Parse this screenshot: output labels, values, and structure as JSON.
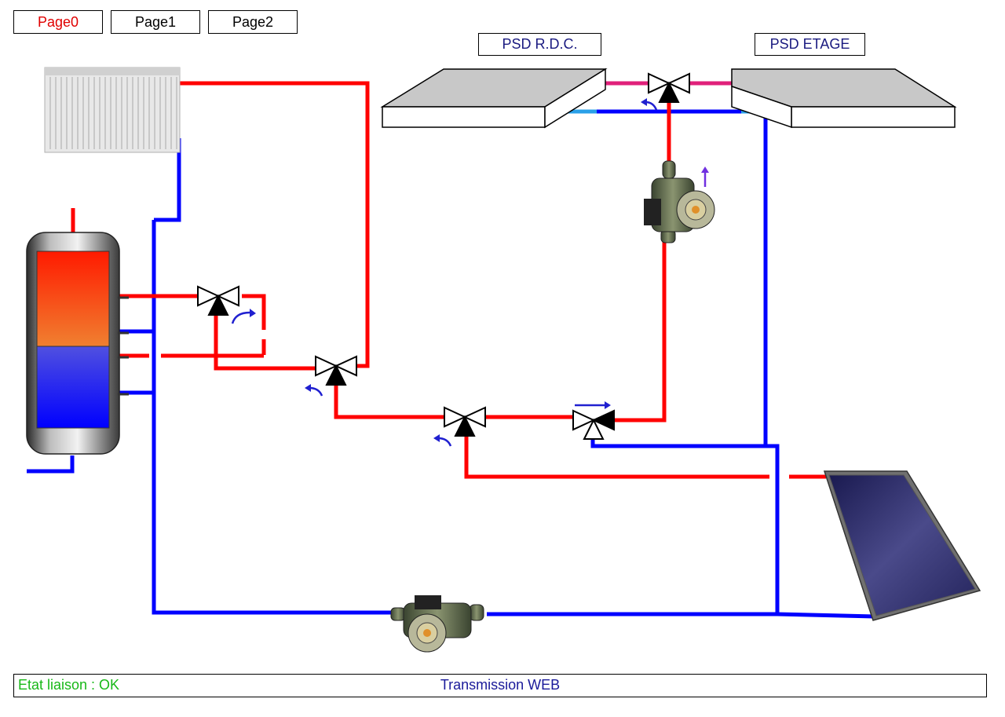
{
  "tabs": [
    {
      "label": "Page0",
      "active": true
    },
    {
      "label": "Page1",
      "active": false
    },
    {
      "label": "Page2",
      "active": false
    }
  ],
  "zones": {
    "rdc": "PSD R.D.C.",
    "etage": "PSD ETAGE"
  },
  "status": {
    "link_state": "Etat liaison : OK",
    "transmission": "Transmission WEB"
  },
  "colors": {
    "hot_pipe": "#ff0000",
    "cold_pipe": "#0000ff",
    "floor_connector_hot": "#e0207a",
    "floor_connector_cold": "#2aa0e8",
    "arrow": "#2020d0",
    "link_ok": "#18b818"
  }
}
